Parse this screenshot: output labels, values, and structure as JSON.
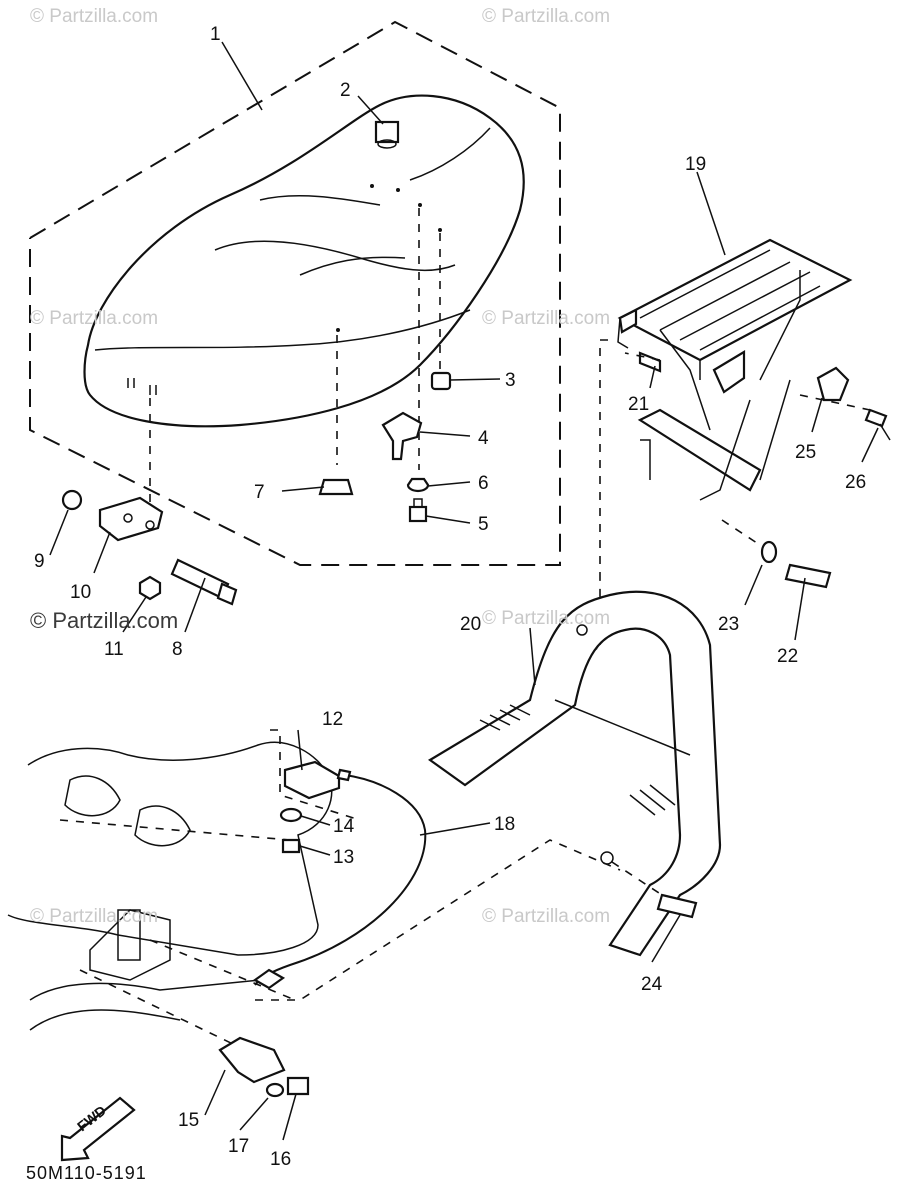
{
  "watermarks": {
    "faint": "© Partzilla.com",
    "strong": "© Partzilla.com"
  },
  "diagram_code": "50M110-5191",
  "fwd_label": "FWD",
  "callouts": [
    "1",
    "2",
    "3",
    "4",
    "5",
    "6",
    "7",
    "8",
    "9",
    "10",
    "11",
    "12",
    "13",
    "14",
    "15",
    "16",
    "17",
    "18",
    "19",
    "20",
    "21",
    "22",
    "23",
    "24",
    "25",
    "26"
  ]
}
